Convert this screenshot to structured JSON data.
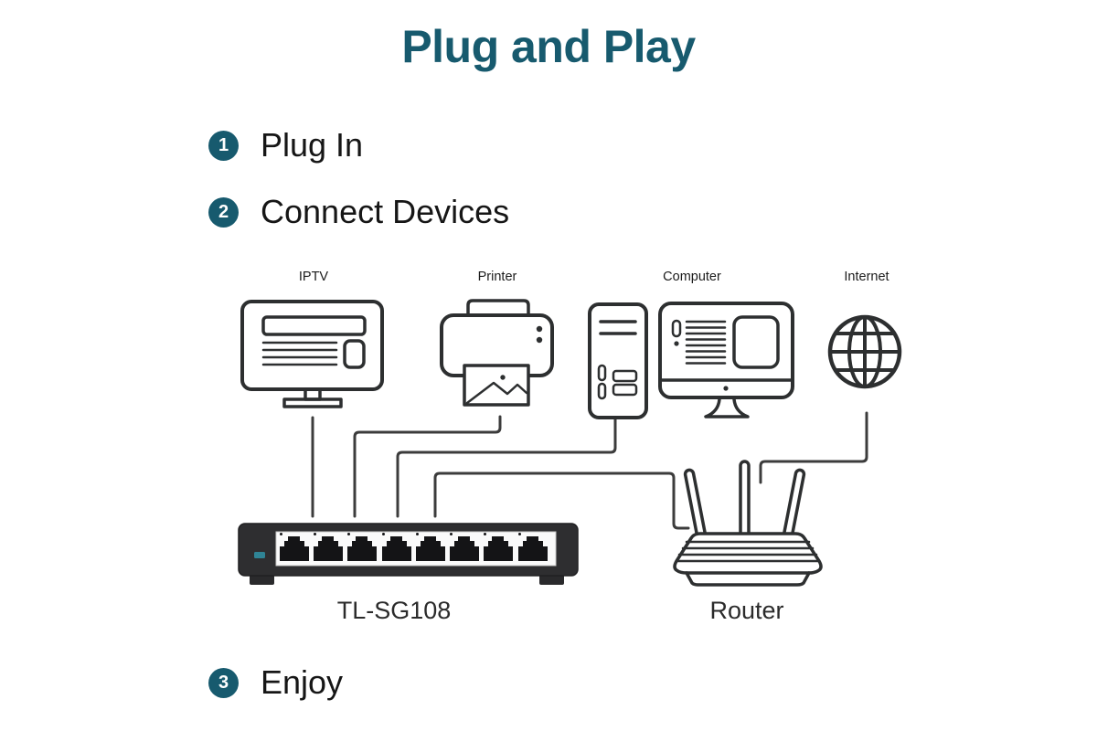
{
  "title": "Plug and Play",
  "steps": [
    {
      "number": "1",
      "label": "Plug In"
    },
    {
      "number": "2",
      "label": "Connect Devices"
    },
    {
      "number": "3",
      "label": "Enjoy"
    }
  ],
  "diagram": {
    "device_labels": {
      "iptv": "IPTV",
      "printer": "Printer",
      "computer": "Computer",
      "internet": "Internet"
    },
    "switch_model": "TL-SG108",
    "switch_port_count": 8,
    "router_label": "Router"
  },
  "colors": {
    "accent": "#175A6E",
    "text": "#1A1A1A",
    "icon": "#2D2F30",
    "cable": "#3C3C3C",
    "switch-body": "#2E2E30",
    "led": "#2F8495"
  }
}
